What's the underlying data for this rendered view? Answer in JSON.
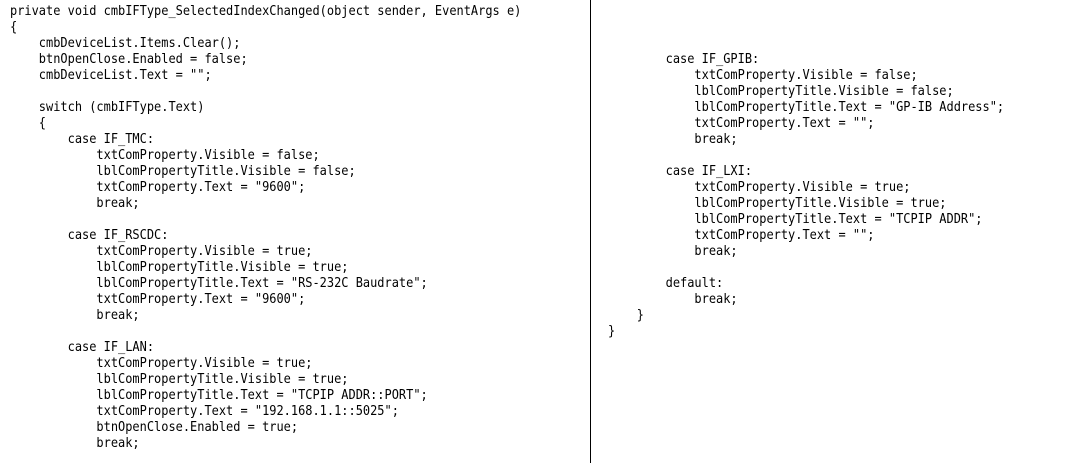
{
  "left_column": {
    "lines": [
      "private void cmbIFType_SelectedIndexChanged(object sender, EventArgs e)",
      "{",
      "    cmbDeviceList.Items.Clear();",
      "    btnOpenClose.Enabled = false;",
      "    cmbDeviceList.Text = \"\";",
      "",
      "    switch (cmbIFType.Text)",
      "    {",
      "        case IF_TMC:",
      "            txtComProperty.Visible = false;",
      "            lblComPropertyTitle.Visible = false;",
      "            txtComProperty.Text = \"9600\";",
      "            break;",
      "",
      "        case IF_RSCDC:",
      "            txtComProperty.Visible = true;",
      "            lblComPropertyTitle.Visible = true;",
      "            lblComPropertyTitle.Text = \"RS-232C Baudrate\";",
      "            txtComProperty.Text = \"9600\";",
      "            break;",
      "",
      "        case IF_LAN:",
      "            txtComProperty.Visible = true;",
      "            lblComPropertyTitle.Visible = true;",
      "            lblComPropertyTitle.Text = \"TCPIP ADDR::PORT\";",
      "            txtComProperty.Text = \"192.168.1.1::5025\";",
      "            btnOpenClose.Enabled = true;",
      "            break;"
    ]
  },
  "right_column": {
    "lines": [
      "        case IF_GPIB:",
      "            txtComProperty.Visible = false;",
      "            lblComPropertyTitle.Visible = false;",
      "            lblComPropertyTitle.Text = \"GP-IB Address\";",
      "            txtComProperty.Text = \"\";",
      "            break;",
      "",
      "        case IF_LXI:",
      "            txtComProperty.Visible = true;",
      "            lblComPropertyTitle.Visible = true;",
      "            lblComPropertyTitle.Text = \"TCPIP ADDR\";",
      "            txtComProperty.Text = \"\";",
      "            break;",
      "",
      "        default:",
      "            break;",
      "    }",
      "}"
    ]
  }
}
